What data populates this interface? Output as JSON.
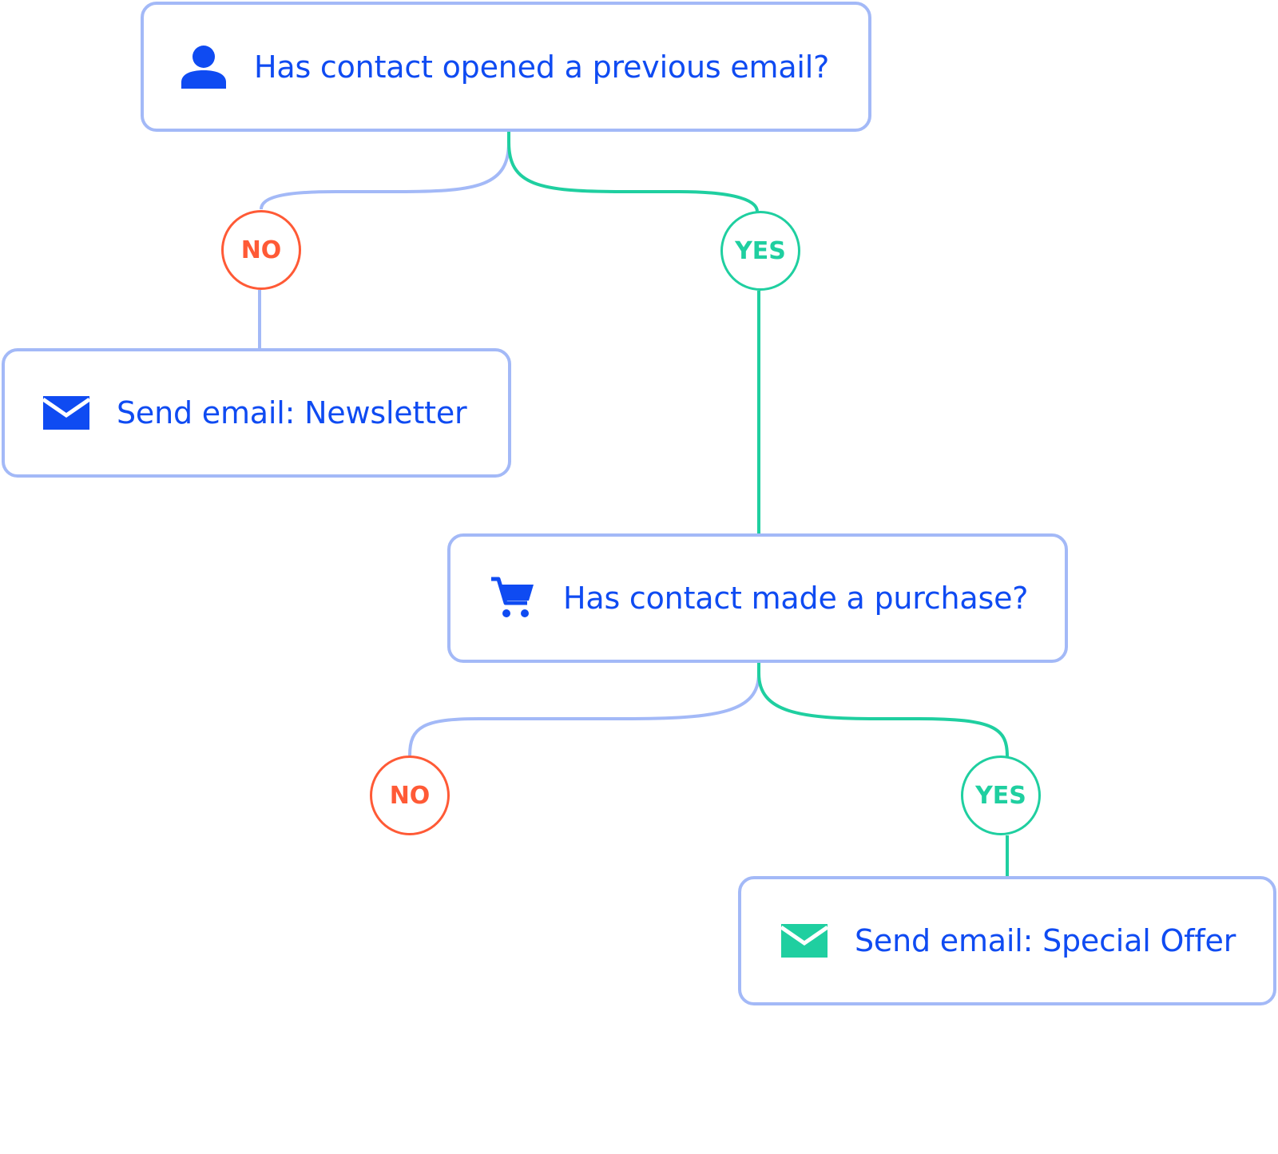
{
  "nodes": {
    "q1": {
      "label": "Has contact opened a previous email?",
      "icon": "person-icon"
    },
    "a1": {
      "label": "Send email: Newsletter",
      "icon": "envelope-icon"
    },
    "q2": {
      "label": "Has contact made a purchase?",
      "icon": "cart-icon"
    },
    "a2": {
      "label": "Send email: Special Offer",
      "icon": "envelope-icon"
    }
  },
  "branches": {
    "no_1": "NO",
    "yes_1": "YES",
    "no_2": "NO",
    "yes_2": "YES"
  },
  "colors": {
    "node_border": "#a3b9f7",
    "node_text": "#0f4bf2",
    "no": "#ff5a36",
    "yes": "#1fcfa0",
    "no_line": "#a3b9f7",
    "yes_line": "#1fcfa0"
  }
}
